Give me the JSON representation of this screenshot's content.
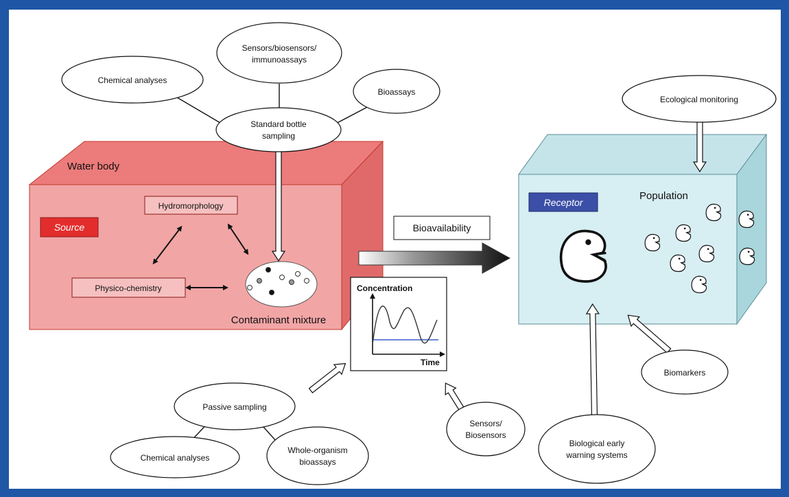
{
  "colors": {
    "border": "#1f57a6",
    "water_body_front": "#f2a5a5",
    "water_body_top": "#ec7b7b",
    "water_body_side": "#e06a6a",
    "source_box": "#e32d2d",
    "receptor_front": "#d7eef2",
    "receptor_top": "#c5e4ea",
    "receptor_side": "#a9d5dc",
    "receptor_label_box": "#3c4fa7",
    "concentration_line": "#3a5fc8"
  },
  "ellipses": {
    "chemical_analyses_top": "Chemical analyses",
    "sensors_top": [
      "Sensors/biosensors/",
      "immunoassays"
    ],
    "bioassays": "Bioassays",
    "standard_bottle": [
      "Standard bottle",
      "sampling"
    ],
    "ecological_monitoring": "Ecological monitoring",
    "passive_sampling": "Passive sampling",
    "chemical_analyses_bottom": "Chemical analyses",
    "whole_organism": [
      "Whole-organism",
      "bioassays"
    ],
    "sensors_bottom": [
      "Sensors/",
      "Biosensors"
    ],
    "biological_early": [
      "Biological early",
      "warning systems"
    ],
    "biomarkers": "Biomarkers"
  },
  "water_body": {
    "title": "Water body",
    "source": "Source",
    "hydromorphology": "Hydromorphology",
    "physico_chemistry": "Physico-chemistry",
    "contaminant_mixture": "Contaminant mixture"
  },
  "bioavailability": "Bioavailability",
  "graph": {
    "ylabel": "Concentration",
    "xlabel": "Time"
  },
  "receptor_box": {
    "receptor": "Receptor",
    "population": "Population"
  },
  "icons": {
    "organism_large": "fish-head-icon",
    "organism_small": "fish-head-icon"
  }
}
